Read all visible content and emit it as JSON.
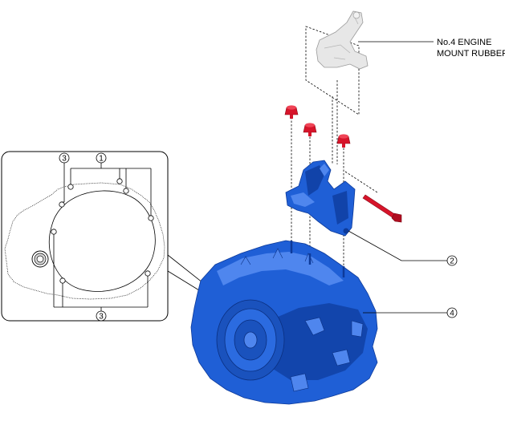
{
  "labels": {
    "engine_mount_line1": "No.4 ENGINE",
    "engine_mount_line2": "MOUNT RUBBER",
    "callout_1": "1",
    "callout_2": "2",
    "callout_3_top": "3",
    "callout_3_bottom": "3",
    "callout_4": "4"
  },
  "colors": {
    "part_blue": "#1f5fd6",
    "part_blue_dark": "#0d3a9a",
    "part_blue_light": "#4f86ee",
    "fastener_red": "#d7142a",
    "mount_grey": "#e7e7e7",
    "outline": "#000000"
  }
}
